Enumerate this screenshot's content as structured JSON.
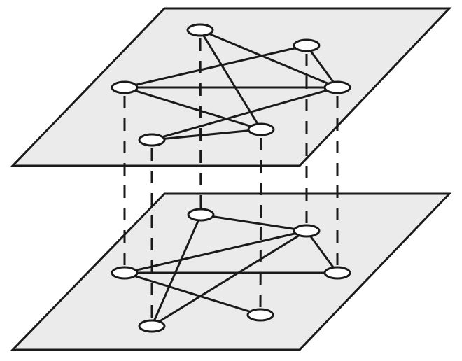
{
  "diagram": {
    "type": "multilayer-network",
    "colors": {
      "plane_fill": "#ebebeb",
      "stroke": "#1a1a1a",
      "node_fill": "#ffffff"
    },
    "nodes": [
      "n1",
      "n2",
      "n3",
      "n4",
      "n5",
      "n6"
    ],
    "layers": [
      {
        "name": "top",
        "edges": [
          [
            "n1",
            "n5"
          ],
          [
            "n1",
            "n4"
          ],
          [
            "n2",
            "n3"
          ],
          [
            "n2",
            "n4"
          ],
          [
            "n3",
            "n4"
          ],
          [
            "n3",
            "n5"
          ],
          [
            "n6",
            "n4"
          ],
          [
            "n6",
            "n5"
          ]
        ]
      },
      {
        "name": "bottom",
        "edges": [
          [
            "n1",
            "n2"
          ],
          [
            "n1",
            "n6"
          ],
          [
            "n2",
            "n3"
          ],
          [
            "n2",
            "n6"
          ],
          [
            "n2",
            "n4"
          ],
          [
            "n3",
            "n4"
          ],
          [
            "n3",
            "n5"
          ]
        ]
      }
    ],
    "interlayer_links": "dashed"
  }
}
